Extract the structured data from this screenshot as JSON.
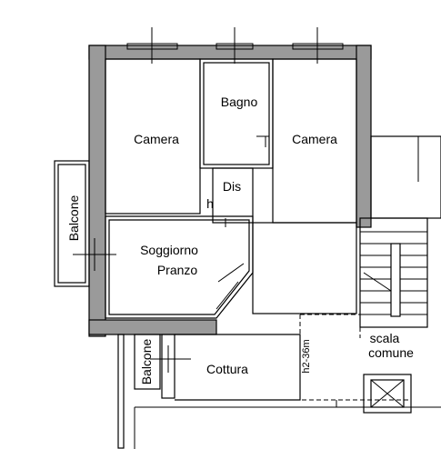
{
  "rooms": {
    "camera_left": "Camera",
    "bagno": "Bagno",
    "camera_right": "Camera",
    "dis": "Dis",
    "dis_height": "h",
    "soggiorno": "Soggiorno",
    "pranzo": "Pranzo",
    "balcone_left": "Balcone",
    "balcone_bottom": "Balcone",
    "cottura": "Cottura",
    "scala": "scala",
    "comune": "comune",
    "height_note": "h2-36m"
  }
}
